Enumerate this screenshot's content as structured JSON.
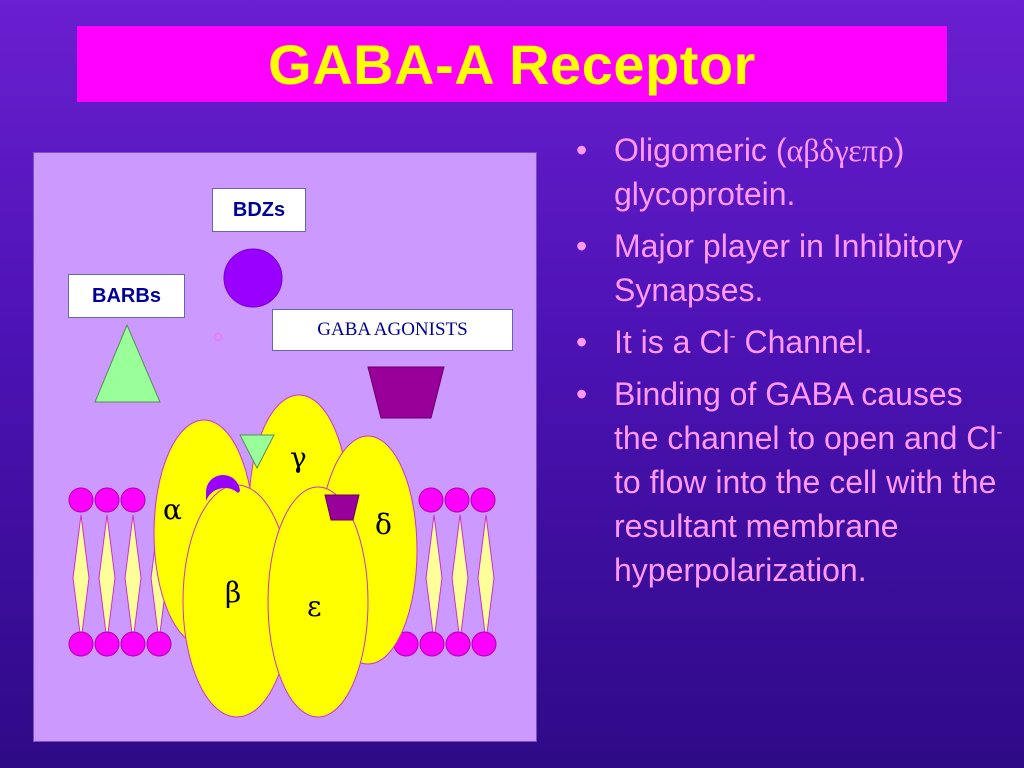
{
  "title": "GABA-A Receptor",
  "diagram": {
    "labels": {
      "bdzs": "BDZs",
      "barbs": "BARBs",
      "gaba_agonists": "GABA AGONISTS"
    },
    "subunits": {
      "alpha": "α",
      "beta": "β",
      "gamma": "γ",
      "delta": "δ",
      "epsilon": "ε"
    },
    "colors": {
      "background": "#cc99ff",
      "subunit_fill": "#ffff00",
      "lipid_head": "#ff00ff",
      "lipid_tail": "#ffff99",
      "bdz_ligand": "#9900ff",
      "barb_ligand": "#99ff99",
      "agonist_ligand": "#990099"
    }
  },
  "bullets": [
    {
      "pre": "Oligomeric (",
      "greek": "αβδγεπρ",
      "post": ") glycoprotein."
    },
    {
      "text": "Major player in Inhibitory Synapses."
    },
    {
      "pre": "It is a Cl",
      "sup": "-",
      "post": " Channel."
    },
    {
      "pre": "Binding of GABA causes the channel to open and Cl",
      "sup": "-",
      "post": " to flow into the cell with the resultant membrane hyperpolarization."
    }
  ]
}
